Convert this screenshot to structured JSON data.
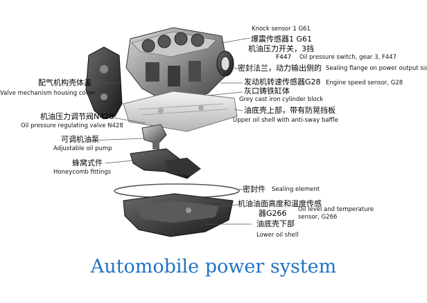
{
  "title": "Automobile power system",
  "labels": {
    "knock_en": "Knock sensor 1 G61",
    "knock_zh": "爆震传感器1 G61",
    "oil_switch_zh": "机油压力开关，3挡",
    "oil_switch_code": "F447",
    "oil_switch_en": "Oil pressure switch, gear 3, F447",
    "sealing_flange_zh": "密封法兰，动力输出侧的",
    "sealing_flange_en": "Sealing flange on power output side",
    "valve_cover_zh": "配气机构壳体盖",
    "valve_cover_en": "Valve mechanism housing cover",
    "speed_sensor_zh": "发动机转速传感器G28",
    "speed_sensor_en": "Engine speed sensor, G28",
    "cylinder_block_zh": "灰口铸铁缸体",
    "cylinder_block_en": "Grey cast iron cylinder block",
    "upper_shell_zh": "油底壳上部，带有防晃挡板",
    "upper_shell_en": "Upper oil shell with anti-sway baffle",
    "regulating_valve_zh": "机油压力调节阀N428",
    "regulating_valve_en": "Oil pressure regulating valve N428",
    "oil_pump_zh": "可调机油泵",
    "oil_pump_en": "Adjustable oil pump",
    "honeycomb_zh": "蜂窝式件",
    "honeycomb_en": "Honeycomb fittings",
    "sealing_element_zh": "密封件",
    "sealing_element_en": "Sealing element",
    "level_sensor_zh": "机油油面高度和温度传感",
    "level_sensor_zh2": "器G266",
    "level_sensor_en": "Oil level and temperature",
    "level_sensor_en2": "sensor, G266",
    "lower_shell_zh": "油底壳下部",
    "lower_shell_en": "Lower oil shell"
  }
}
